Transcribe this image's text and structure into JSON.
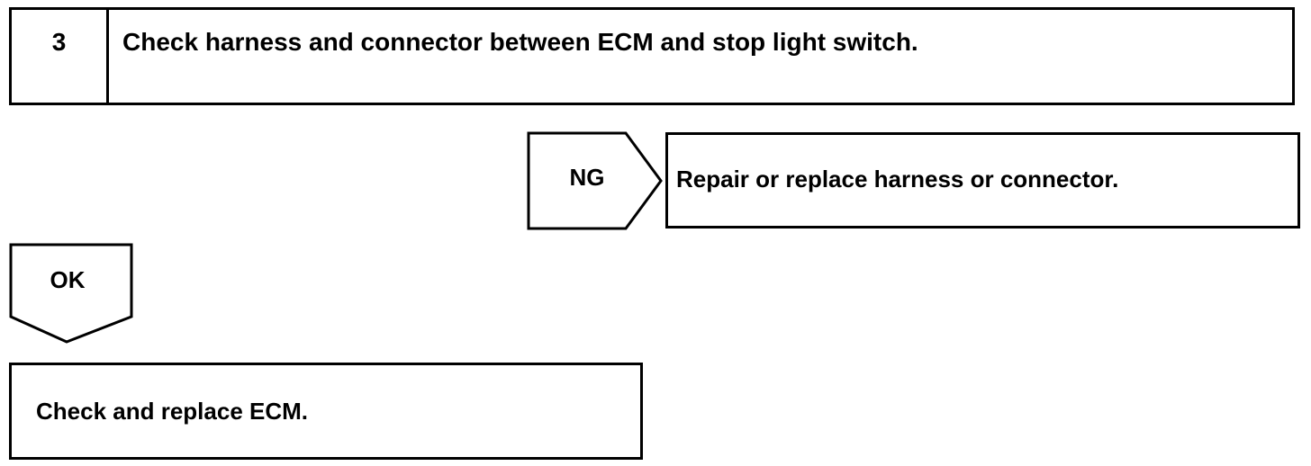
{
  "step": {
    "number": "3",
    "title": "Check harness and connector between ECM and stop light switch."
  },
  "ng_branch": {
    "label": "NG",
    "result": "Repair or replace harness or connector."
  },
  "ok_branch": {
    "label": "OK",
    "result": "Check and replace ECM."
  }
}
